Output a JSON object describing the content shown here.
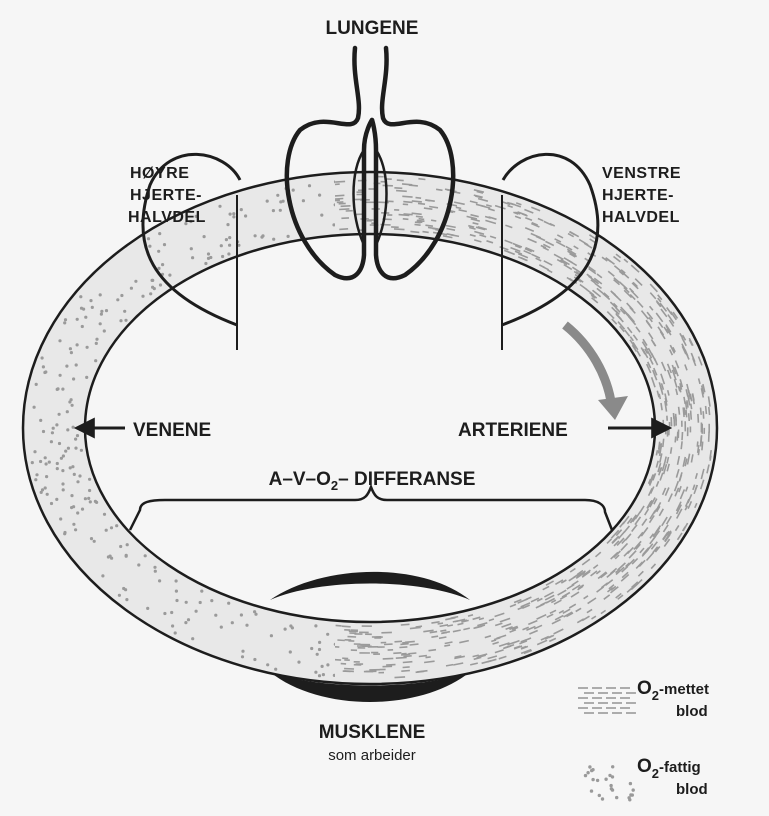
{
  "labels": {
    "lungs": "LUNGENE",
    "right_heart": [
      "HØYRE",
      "HJERTE-",
      "HALVDEL"
    ],
    "left_heart": [
      "VENSTRE",
      "HJERTE-",
      "HALVDEL"
    ],
    "veins": "VENENE",
    "arteries": "ARTERIENE",
    "av_diff": {
      "prefix": "A–V–O",
      "sub": "2",
      "suffix": "– DIFFERANSE"
    },
    "muscles": "MUSKLENE",
    "muscles_sub": "som arbeider"
  },
  "legend": {
    "saturated": {
      "o": "O",
      "sub": "2",
      "word": "-mettet",
      "line2": "blod"
    },
    "depleted": {
      "o": "O",
      "sub": "2",
      "word": "-fattig",
      "line2": "blod"
    }
  },
  "colors": {
    "ink": "#1d1d1d",
    "fill": "#9a9a9a",
    "background": "#f6f6f6"
  }
}
